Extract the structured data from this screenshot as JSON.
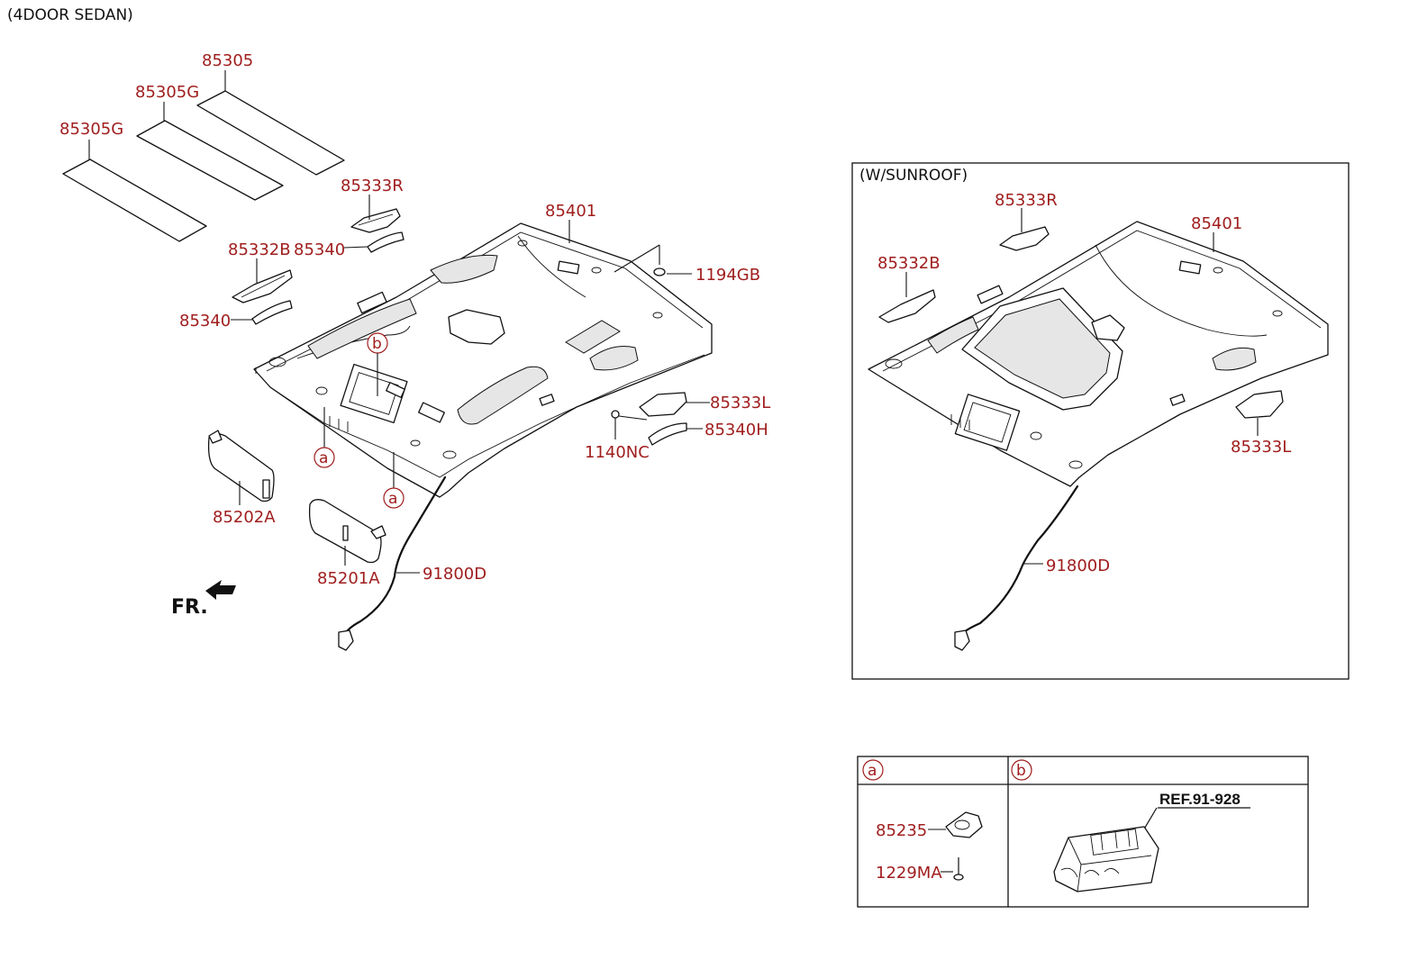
{
  "header": {
    "variant": "(4DOOR SEDAN)"
  },
  "main": {
    "sunroof_visor_a": "85305",
    "sunroof_visor_b": "85305G",
    "sunroof_visor_c": "85305G",
    "bracket_r": "85333R",
    "bracket_b": "85332B",
    "handle_upper": "85340",
    "handle_lower": "85340",
    "headlining": "85401",
    "screw_roof": "1194GB",
    "bracket_l": "85333L",
    "handle_h": "85340H",
    "screw_nc": "1140NC",
    "visor_passenger": "85202A",
    "visor_driver": "85201A",
    "wiring": "91800D",
    "callout_a": "a",
    "callout_b": "b",
    "front_marker": "FR."
  },
  "sunroof": {
    "title": "(W/SUNROOF)",
    "bracket_r": "85333R",
    "bracket_b": "85332B",
    "headlining": "85401",
    "bracket_l": "85333L",
    "wiring": "91800D"
  },
  "legend": {
    "col_a": "a",
    "col_b": "b",
    "part_a1": "85235",
    "part_a2": "1229MA",
    "ref_b": "REF.91-928"
  }
}
